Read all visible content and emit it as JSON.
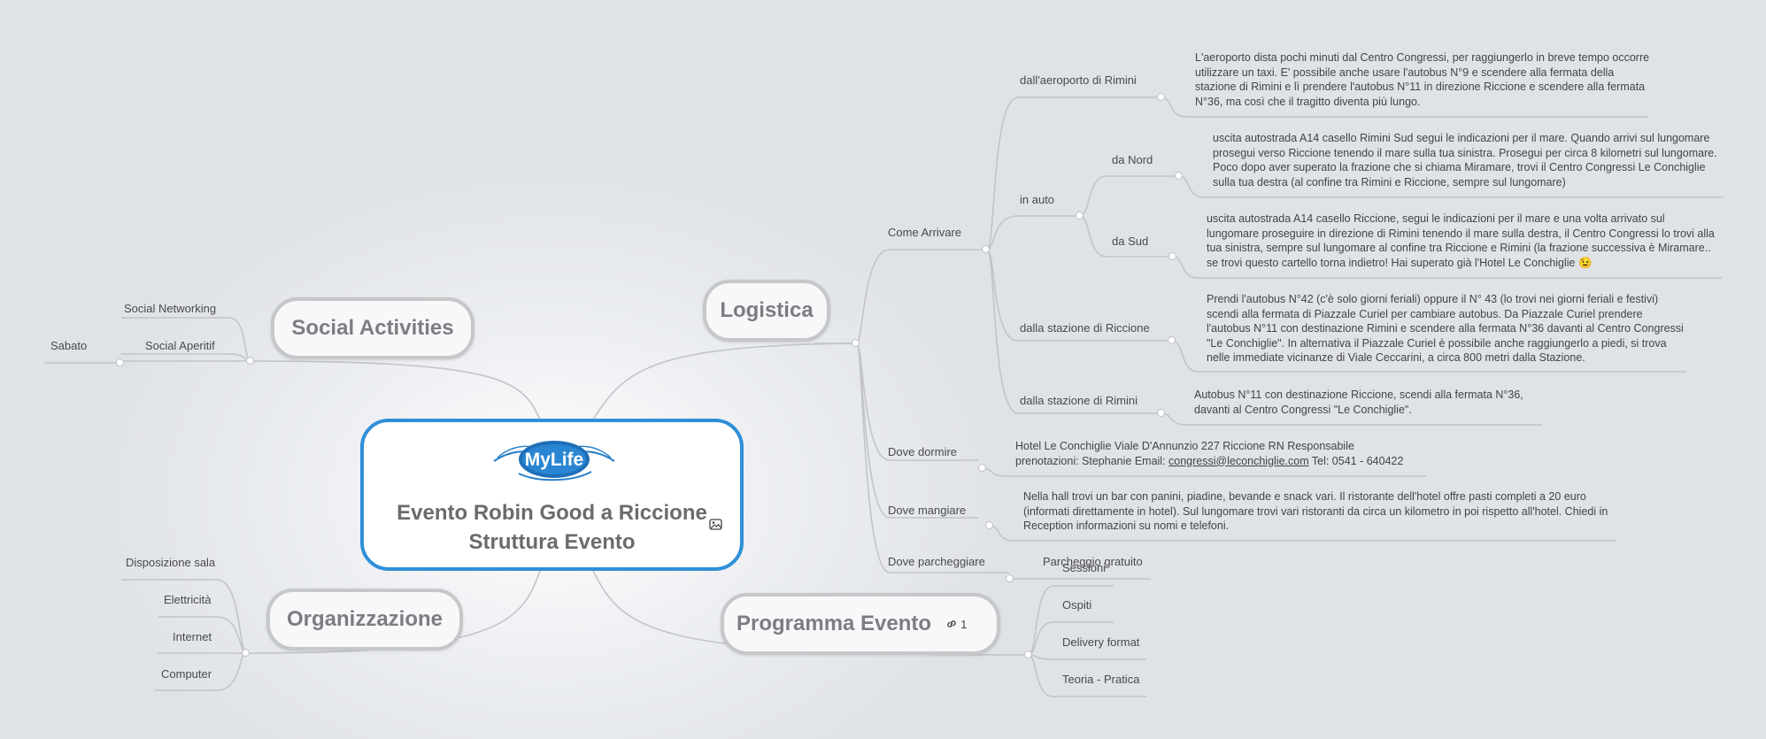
{
  "center": {
    "logo_text": "MyLife",
    "title_line1": "Evento Robin Good a Riccione",
    "title_line2": "Struttura Evento",
    "image_icon": "image-icon"
  },
  "logistica": {
    "label": "Logistica",
    "come_arrivare": {
      "label": "Come Arrivare",
      "aeroporto": {
        "label": "dall'aeroporto di Rimini",
        "note": "L'aeroporto dista pochi minuti dal Centro Congressi, per raggiungerlo in breve tempo occorre utilizzare un taxi. E' possibile anche usare l'autobus N°9 e scendere alla fermata della stazione di Rimini e lì prendere l'autobus N°11 in direzione Riccione e scendere alla fermata N°36, ma così che il tragitto diventa più lungo."
      },
      "in_auto": {
        "label": "in auto",
        "da_nord": {
          "label": "da Nord",
          "note": "uscita autostrada A14 casello Rimini Sud segui le indicazioni per il mare. Quando arrivi sul lungomare prosegui verso Riccione tenendo il mare sulla tua sinistra. Prosegui per circa 8 kilometri sul lungomare. Poco dopo aver superato la frazione che si chiama Miramare, trovi il Centro Congressi Le Conchiglie sulla tua destra (al confine tra Rimini e Riccione, sempre sul lungomare)"
        },
        "da_sud": {
          "label": "da Sud",
          "note": "uscita autostrada A14 casello Riccione, segui le indicazioni per il mare e una volta arrivato sul lungomare proseguire in direzione di Rimini tenendo il mare sulla destra, il Centro Congressi lo trovi alla tua sinistra, sempre sul lungomare al confine tra Riccione e Rimini (la frazione successiva è Miramare.. se trovi questo cartello torna indietro! Hai superato già l'Hotel Le Conchiglie 😉"
        }
      },
      "stazione_riccione": {
        "label": "dalla stazione di Riccione",
        "note": "Prendi l'autobus N°42 (c'è solo giorni feriali) oppure il N° 43 (lo trovi nei giorni feriali e festivi) scendi alla fermata di Piazzale Curiel per cambiare autobus. Da Piazzale Curiel prendere l'autobus N°11 con destinazione Rimini e scendere alla fermata N°36 davanti al Centro Congressi \"Le Conchiglie\". In alternativa il Piazzale Curiel è possibile anche raggiungerlo a piedi, si trova nelle immediate vicinanze di Viale Ceccarini, a circa 800 metri dalla Stazione."
      },
      "stazione_rimini": {
        "label": "dalla stazione di Rimini",
        "note": "Autobus N°11 con destinazione Riccione, scendi alla fermata N°36, davanti al Centro Congressi \"Le Conchiglie\"."
      }
    },
    "dove_dormire": {
      "label": "Dove dormire",
      "note_line1": "Hotel Le Conchiglie Viale D'Annunzio 227 Riccione RN Responsabile",
      "note_prefix": "prenotazioni: Stephanie Email: ",
      "email": "congressi@leconchiglie.com",
      "note_suffix": " Tel: 0541 - 640422"
    },
    "dove_mangiare": {
      "label": "Dove mangiare",
      "note": "Nella hall trovi un bar con panini, piadine, bevande e snack vari. Il ristorante dell'hotel offre pasti completi a 20 euro (informati direttamente in hotel). Sul lungomare trovi vari ristoranti da circa un kilometro in poi rispetto all'hotel. Chiedi in Reception informazioni su nomi e telefoni."
    },
    "dove_parcheggiare": {
      "label": "Dove parcheggiare",
      "child": "Parcheggio gratuito"
    }
  },
  "social": {
    "label": "Social Activities",
    "items": [
      "Social Networking",
      "Social Aperitif"
    ],
    "sub": "Sabato"
  },
  "organizzazione": {
    "label": "Organizzazione",
    "items": [
      "Disposizione sala",
      "Elettricità",
      "Internet",
      "Computer"
    ]
  },
  "programma": {
    "label": "Programma Evento",
    "link_count": "1",
    "items": [
      "Sessioni",
      "Ospiti",
      "Delivery format",
      "Teoria - Pratica"
    ]
  }
}
